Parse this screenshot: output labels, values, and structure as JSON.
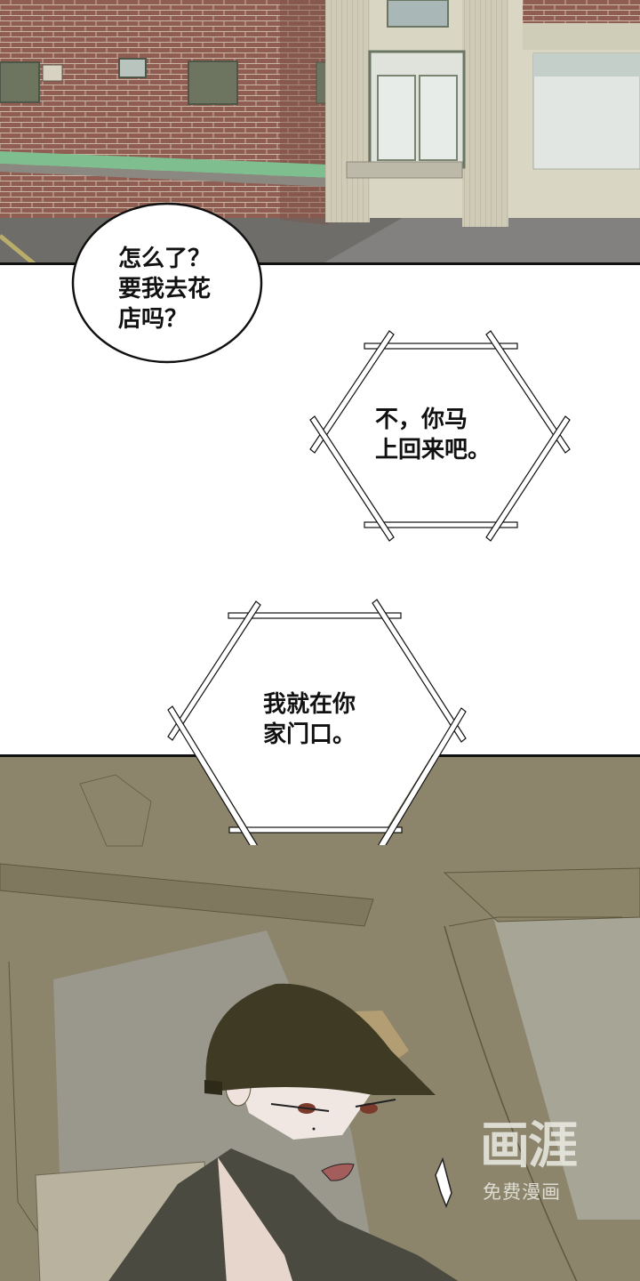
{
  "comic": {
    "panels": [
      {
        "id": "street-scene",
        "description": "Brick building and pale storefront beside an asphalt road"
      },
      {
        "id": "white-gap",
        "description": "White gutter with speech bubbles"
      },
      {
        "id": "car-interior",
        "description": "Young man in dark baseball cap sitting in a car, startled"
      }
    ],
    "dialogue": [
      {
        "shape": "round",
        "speaker": "off-panel",
        "text": "怎么了？\n要我去花\n店吗？"
      },
      {
        "shape": "hexagon",
        "speaker": "phone",
        "text": "不，你马\n上回来吧。"
      },
      {
        "shape": "hexagon",
        "speaker": "phone",
        "text": "我就在你\n家门口。"
      }
    ],
    "sfx": {
      "type": "surprise-spark"
    },
    "watermark": {
      "logo": "画涯",
      "tagline": "免费漫画"
    }
  },
  "colors": {
    "brick": "#8c5a4f",
    "asphalt": "#6b6b68",
    "sidewalk_green": "#7fbf8f",
    "car_interior": "#8a8369",
    "cap": "#3e3a24",
    "panel_border": "#111111"
  }
}
